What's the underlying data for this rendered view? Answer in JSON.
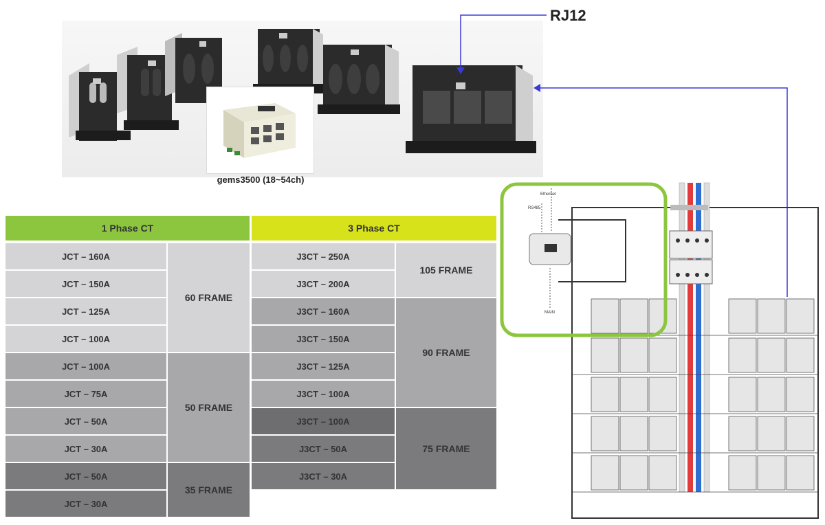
{
  "annotation": {
    "rj_label": "RJ12"
  },
  "product": {
    "caption": "gems3500 (18~54ch)"
  },
  "table": {
    "single_phase": {
      "header": "1 Phase CT",
      "rows": [
        "JCT – 160A",
        "JCT – 150A",
        "JCT – 125A",
        "JCT – 100A",
        "JCT – 100A",
        "JCT – 75A",
        "JCT – 50A",
        "JCT – 30A",
        "JCT – 50A",
        "JCT – 30A"
      ],
      "frames": [
        "60 FRAME",
        "50 FRAME",
        "35 FRAME"
      ]
    },
    "three_phase": {
      "header": "3 Phase CT",
      "rows": [
        "J3CT – 250A",
        "J3CT – 200A",
        "J3CT – 160A",
        "J3CT – 150A",
        "J3CT – 125A",
        "J3CT – 100A",
        "J3CT – 100A",
        "J3CT – 50A",
        "J3CT – 30A"
      ],
      "frames": [
        "105 FRAME",
        "90 FRAME",
        "75 FRAME"
      ]
    }
  },
  "schematic": {
    "ethernet": "Ethernet",
    "rs485": "RS485",
    "main": "MAIN"
  },
  "colors": {
    "green": "#8cc63f",
    "yellow": "#d7e21a",
    "arrow": "#3a3ad6",
    "highlight": "#8cc63f"
  }
}
